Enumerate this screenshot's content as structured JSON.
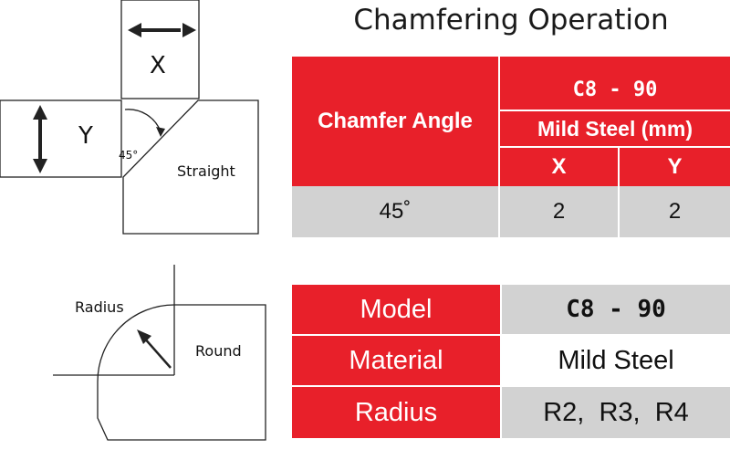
{
  "title": "Chamfering Operation",
  "diagram_top": {
    "x_label": "X",
    "y_label": "Y",
    "angle_label": "45°",
    "shape_label": "Straight"
  },
  "diagram_bottom": {
    "radius_label": "Radius",
    "shape_label": "Round"
  },
  "table_top": {
    "header_left": "Chamfer Angle",
    "model": "C8 - 90",
    "material_header": "Mild Steel (mm)",
    "col_x": "X",
    "col_y": "Y",
    "row": {
      "angle": "45˚",
      "x": "2",
      "y": "2"
    }
  },
  "table_bottom": {
    "rows": [
      {
        "label": "Model",
        "value": "C8 - 90"
      },
      {
        "label": "Material",
        "value": "Mild Steel"
      },
      {
        "label": "Radius",
        "value": "R2,  R3,  R4"
      }
    ]
  },
  "colors": {
    "accent_red": "#e8202a",
    "cell_grey": "#d2d2d2"
  }
}
